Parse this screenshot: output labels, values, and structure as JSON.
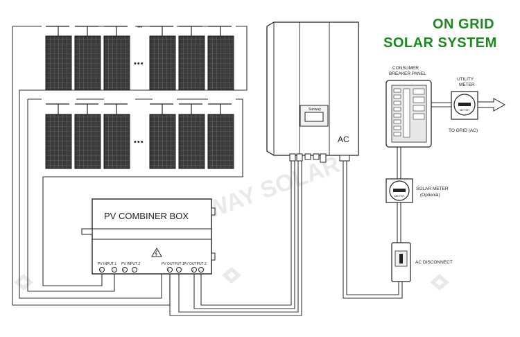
{
  "title": {
    "line1": "ON GRID",
    "line2": "SOLAR SYSTEM"
  },
  "combiner": {
    "label": "PV COMBINER BOX",
    "ports": [
      "PV INPUT 1",
      "PV INPUT 2",
      "PV OUTPUT 1",
      "PV OUTPUT 2"
    ],
    "terminals": [
      "+",
      "−",
      "+",
      "−",
      "+",
      "−",
      "+",
      "−"
    ],
    "warning_icon": "high-voltage-warning-icon"
  },
  "inverter": {
    "ac_label": "AC",
    "display_brand": "Sunway"
  },
  "breaker_panel": {
    "label_line1": "CONSUMER",
    "label_line2": "BREAKER PANEL"
  },
  "utility_meter": {
    "label_line1": "UTILITY",
    "label_line2": "METER",
    "face": "METER"
  },
  "grid": {
    "label": "TO GRID (AC)"
  },
  "solar_meter": {
    "label_line1": "SOLAR METER",
    "label_line2": "(Optional)",
    "face": "METER"
  },
  "ac_disconnect": {
    "label": "AC DISCONNECT"
  },
  "ellipsis": "•••",
  "watermark": {
    "text": "SUNWAY SOLAR",
    "logo": "sunway-logo-icon"
  },
  "colors": {
    "title_green": "#1a8a1f",
    "line": "#333333",
    "panel": "#2a2a2a"
  }
}
